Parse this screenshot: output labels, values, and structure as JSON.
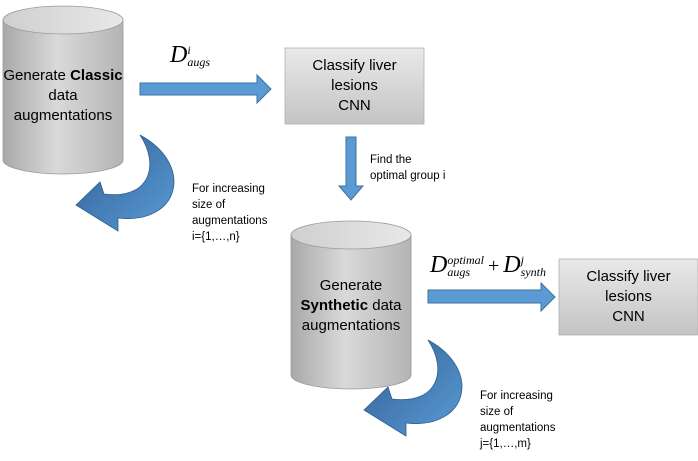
{
  "nodes": {
    "classic_gen": {
      "line1_prefix": "Generate ",
      "line1_bold": "Classic",
      "line2": "data",
      "line3": "augmentations"
    },
    "classify_1": {
      "line1": "Classify liver",
      "line2": "lesions",
      "line3": "CNN"
    },
    "synthetic_gen": {
      "line1": "Generate",
      "line2_bold": "Synthetic",
      "line2_suffix": " data",
      "line3": "augmentations"
    },
    "classify_2": {
      "line1": "Classify liver",
      "line2": "lesions",
      "line3": "CNN"
    }
  },
  "labels": {
    "find_optimal": {
      "line1": "Find the",
      "line2": "optimal group i"
    },
    "loop_classic": {
      "line1": "For increasing",
      "line2": "size of",
      "line3": "augmentations",
      "line4": "i={1,…,n}"
    },
    "loop_synthetic": {
      "line1": "For increasing",
      "line2": "size of",
      "line3": "augmentations",
      "line4": "j={1,…,m}"
    }
  },
  "math": {
    "edge1": {
      "base": "D",
      "sup": "i",
      "sub": "augs"
    },
    "edge2": {
      "base1": "D",
      "sup1": "optimal",
      "sub1": "augs",
      "op": "+",
      "base2": "D",
      "sup2": "j",
      "sub2": "synth"
    }
  },
  "colors": {
    "arrow_fill": "#5b9bd5",
    "arrow_stroke": "#41719c",
    "loop_dark": "#3a6ea5",
    "box_light": "#e6e6e6",
    "box_dark": "#bdbdbd",
    "cyl_light": "#dcdcdc",
    "cyl_dark": "#a6a6a6"
  }
}
